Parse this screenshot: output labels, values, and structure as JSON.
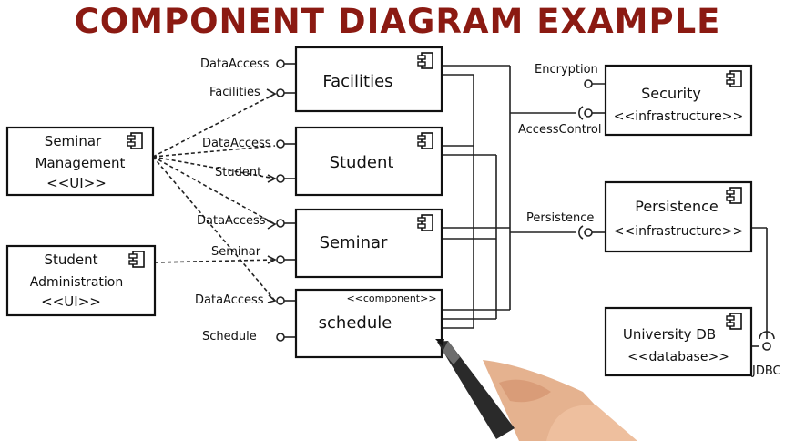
{
  "title": "COMPONENT DIAGRAM EXAMPLE",
  "components": {
    "facilities": "Facilities",
    "student": "Student",
    "seminar": "Seminar",
    "schedule": "schedule",
    "schedule_stereotype": "<<component>>",
    "seminar_mgmt_l1": "Seminar",
    "seminar_mgmt_l2": "Management",
    "seminar_mgmt_l3": "<<UI>>",
    "student_admin_l1": "Student",
    "student_admin_l2": "Administration",
    "student_admin_l3": "<<UI>>",
    "security_l1": "Security",
    "security_l2": "<<infrastructure>>",
    "persistence_l1": "Persistence",
    "persistence_l2": "<<infrastructure>>",
    "univdb_l1": "University DB",
    "univdb_l2": "<<database>>"
  },
  "interfaces": {
    "dataaccess": "DataAccess",
    "facilities": "Facilities",
    "student": "Student",
    "seminar": "Seminar",
    "schedule": "Schedule",
    "encryption": "Encryption",
    "accesscontrol": "AccessControl",
    "persistence": "Persistence",
    "jdbc": "JDBC"
  },
  "colors": {
    "title": "#8b1a12",
    "line": "#222222"
  }
}
